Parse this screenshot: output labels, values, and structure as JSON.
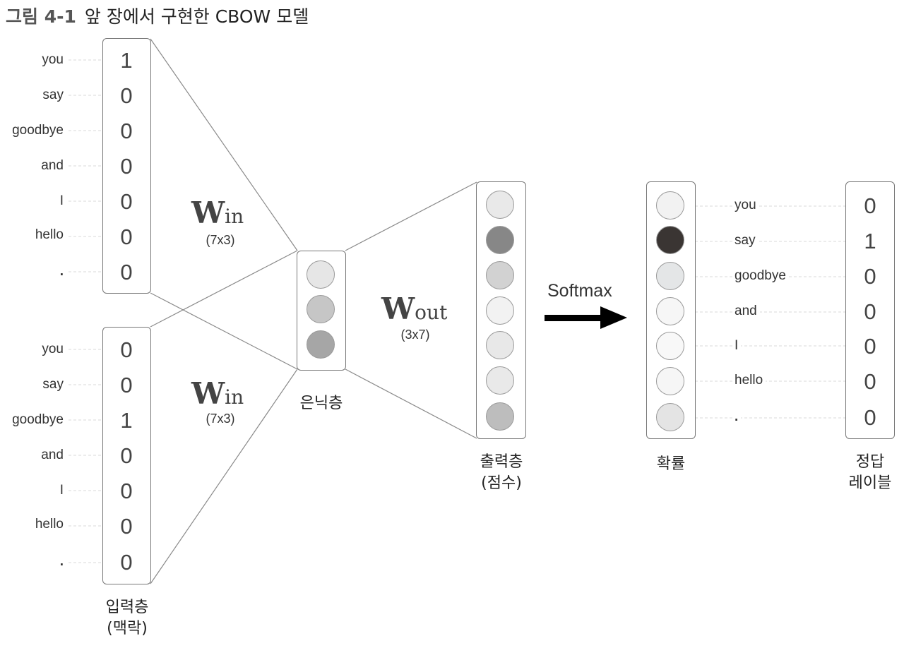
{
  "caption": {
    "number": "그림 4-1",
    "text": "앞 장에서 구현한 CBOW 모델"
  },
  "vocab": [
    "you",
    "say",
    "goodbye",
    "and",
    "I",
    "hello",
    "."
  ],
  "input_top": {
    "values": [
      "1",
      "0",
      "0",
      "0",
      "0",
      "0",
      "0"
    ]
  },
  "input_bottom": {
    "values": [
      "0",
      "0",
      "1",
      "0",
      "0",
      "0",
      "0"
    ]
  },
  "w_in_top": {
    "letter": "W",
    "sub": "in",
    "dim": "(7x3)"
  },
  "w_in_bottom": {
    "letter": "W",
    "sub": "in",
    "dim": "(7x3)"
  },
  "w_out": {
    "letter": "W",
    "sub": "out",
    "dim": "(3x7)"
  },
  "hidden": {
    "label": "은닉층",
    "node_colors": [
      "#e6e6e6",
      "#c6c6c6",
      "#a6a6a6"
    ]
  },
  "output": {
    "label_line1": "출력층",
    "label_line2": "(점수)",
    "node_colors": [
      "#e9e9e9",
      "#878787",
      "#d2d2d2",
      "#f2f2f2",
      "#e8e8e8",
      "#e9e9e9",
      "#bdbdbd"
    ]
  },
  "softmax": {
    "label": "Softmax"
  },
  "probability": {
    "label": "확률",
    "node_colors": [
      "#f2f2f2",
      "#3a3533",
      "#e4e6e7",
      "#f6f6f6",
      "#f8f8f8",
      "#f6f6f6",
      "#e4e4e4"
    ]
  },
  "answer": {
    "values": [
      "0",
      "1",
      "0",
      "0",
      "0",
      "0",
      "0"
    ],
    "label_line1": "정답",
    "label_line2": "레이블"
  },
  "input_label": {
    "line1": "입력층",
    "line2": "(맥락)"
  }
}
